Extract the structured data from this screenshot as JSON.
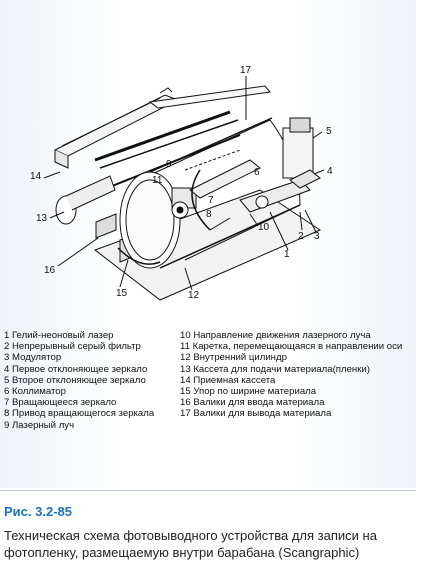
{
  "figure": {
    "callouts": {
      "c1": "1",
      "c2": "2",
      "c3": "3",
      "c4": "4",
      "c5": "5",
      "c6": "6",
      "c7": "7",
      "c8": "8",
      "c9": "9",
      "c10": "10",
      "c11": "11",
      "c12": "12",
      "c13": "13",
      "c14": "14",
      "c15": "15",
      "c16": "16",
      "c17": "17"
    }
  },
  "legend": {
    "left": [
      "1 Гелий-неоновый лазер",
      "2 Непрерывный серый фильтр",
      "3 Модулятор",
      "4 Первое отклоняющее зеркало",
      "5 Второе отклоняющее зеркало",
      "6 Коллиматор",
      "7 Вращающееся зеркало",
      "8 Привод вращающегося зеркала",
      "9 Лазерный луч"
    ],
    "right": [
      "10 Направление движения лазерного луча",
      "11 Каретка, перемещающаяся в направлении оси",
      "12 Внутренний цилиндр",
      "13 Кассета для подачи материала(пленки)",
      "14 Приемная кассета",
      "15 Упор по ширине материала",
      "16 Валики для ввода материала",
      "17 Валики для вывода материала"
    ]
  },
  "caption": {
    "title": "Рис. 3.2-85",
    "text": "Техническая схема фотовыводного устройства для записи на фотопленку, размещаемую внутри барабана (Scangraphic)"
  },
  "colors": {
    "accent": "#1a73c8",
    "ink": "#111111"
  }
}
